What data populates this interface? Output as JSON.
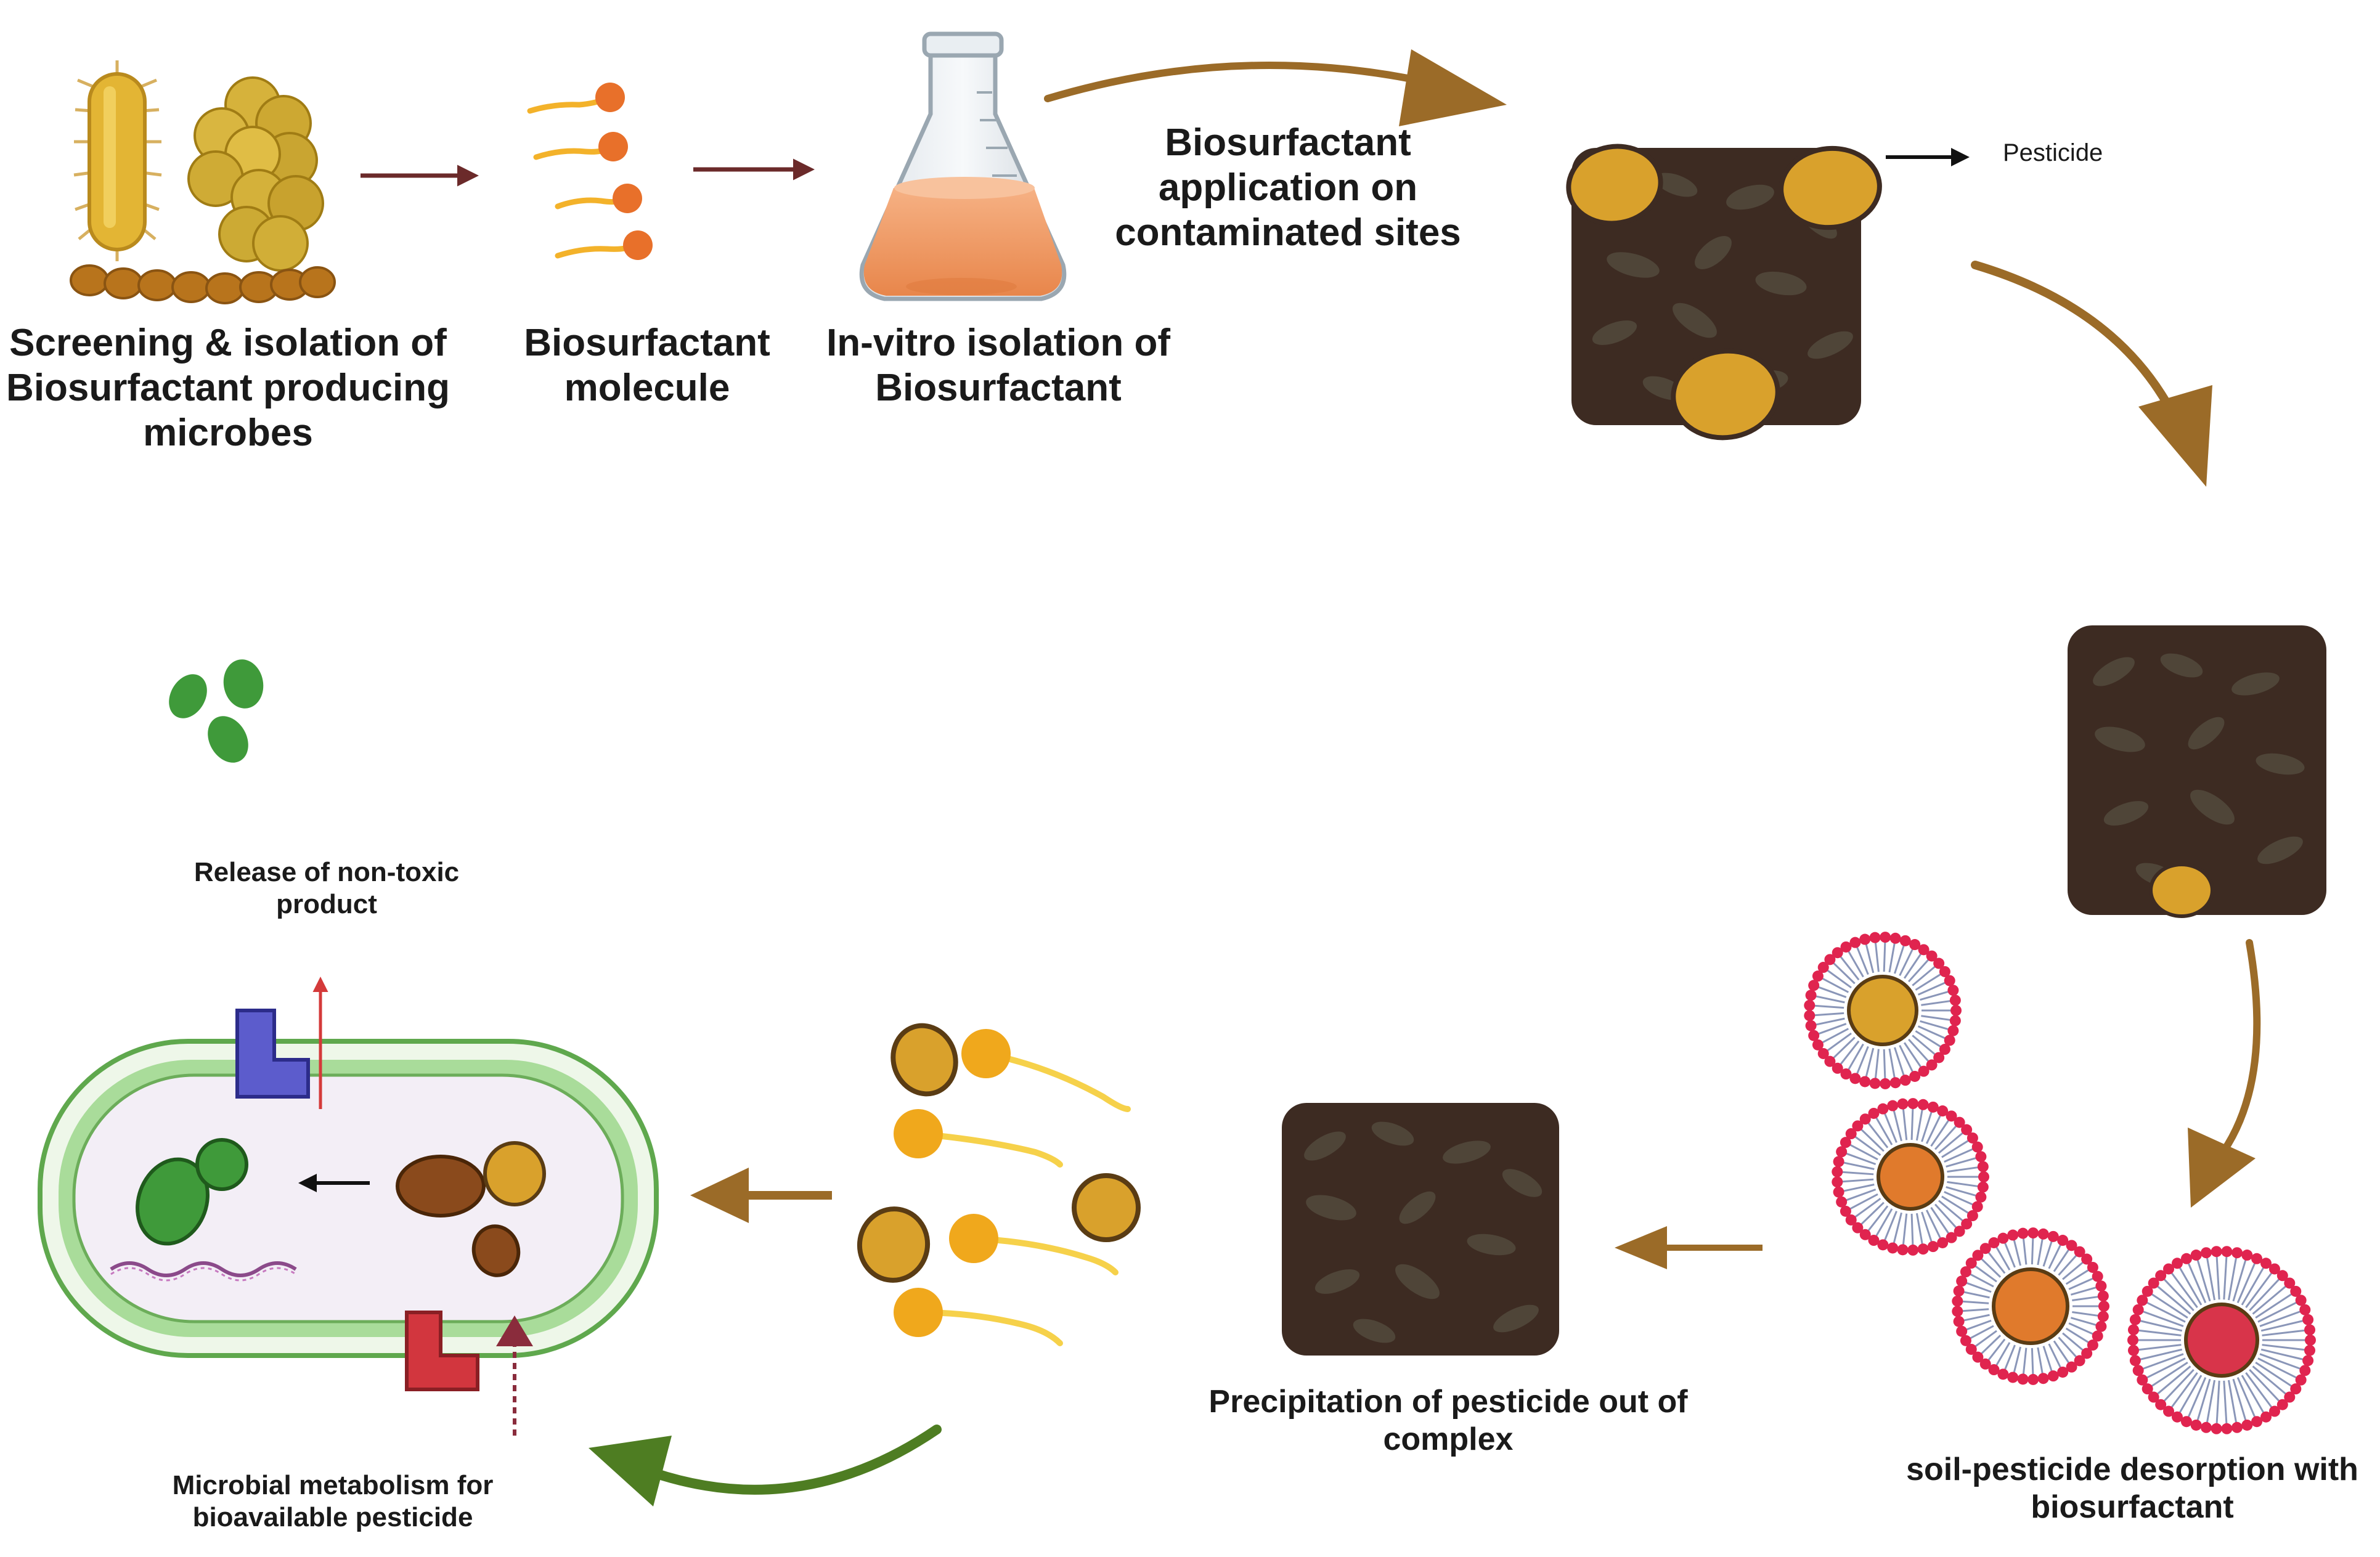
{
  "steps": {
    "screening": {
      "line1": "Screening & isolation of",
      "line2": "Biosurfactant producing",
      "line3": "microbes"
    },
    "molecule": {
      "line1": "Biosurfactant",
      "line2": "molecule"
    },
    "invitro": {
      "line1": "In-vitro isolation of",
      "line2": "Biosurfactant"
    },
    "application": {
      "line1": "Biosurfactant",
      "line2": "application on",
      "line3": "contaminated sites"
    },
    "pesticide": {
      "label": "Pesticide"
    },
    "desorption": {
      "line1": "soil-pesticide desorption with",
      "line2": "biosurfactant"
    },
    "precipitation": {
      "line1": "Precipitation of pesticide out of",
      "line2": "complex"
    },
    "release": {
      "line1": "Release of non-toxic",
      "line2": "product"
    },
    "metabolism": {
      "line1": "Microbial metabolism for",
      "line2": "bioavailable pesticide"
    }
  },
  "colors": {
    "soil": "#3d2b22",
    "soil_chunk": "#4f4538",
    "pesticide_yellow": "#d9a12c",
    "flow_arrow": "#9b6b28",
    "dark_arrow": "#6b2a2a",
    "green_arrow": "#4e7d22",
    "micelle_head": "#e0244f",
    "product_green": "#3f9a3a",
    "cell_membrane": "#9fd58f",
    "cell_inside": "#f3eef6"
  }
}
